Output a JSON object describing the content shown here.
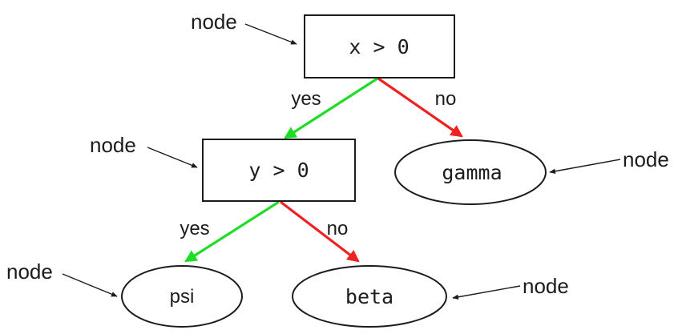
{
  "diagram": {
    "type": "decision-tree",
    "nodes": {
      "root": {
        "label": "x > 0",
        "shape": "box"
      },
      "child": {
        "label": "y > 0",
        "shape": "box"
      },
      "gamma": {
        "label": "gamma",
        "shape": "ellipse"
      },
      "psi": {
        "label": "psi",
        "shape": "ellipse"
      },
      "beta": {
        "label": "beta",
        "shape": "ellipse"
      }
    },
    "edges": {
      "root_yes": {
        "label": "yes",
        "from": "x > 0",
        "to": "y > 0"
      },
      "root_no": {
        "label": "no",
        "from": "x > 0",
        "to": "gamma"
      },
      "child_yes": {
        "label": "yes",
        "from": "y > 0",
        "to": "psi"
      },
      "child_no": {
        "label": "no",
        "from": "y > 0",
        "to": "beta"
      }
    },
    "callouts": {
      "root": "node",
      "child": "node",
      "gamma": "node",
      "psi": "node",
      "beta": "node"
    },
    "colors": {
      "background": "#ffffff",
      "outline": "#1c1c1c",
      "yes_edge": "#1fdc27",
      "no_edge": "#ee2222"
    }
  }
}
